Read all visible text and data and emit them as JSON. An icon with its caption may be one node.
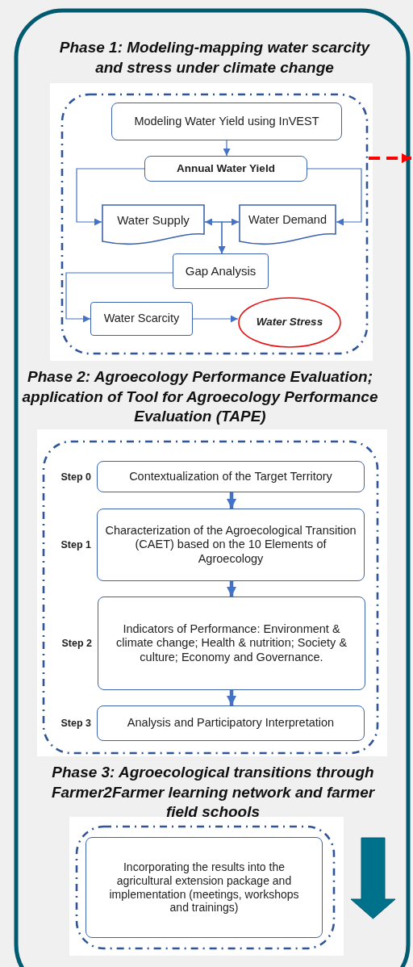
{
  "diagram": {
    "nodes": [
      {
        "text": [
          "Phase 1: Modeling-mapping water scarcity and stress under climate change"
        ]
      },
      {
        "text": [
          "Modeling Water Yield using InVEST"
        ],
        "in": 0
      },
      {
        "text": [
          "Annual Water Yield"
        ],
        "in": 0
      },
      {
        "text": [
          "Water Supply"
        ],
        "in": 0
      },
      {
        "text": [
          "Water Demand"
        ],
        "in": 0
      },
      {
        "text": [
          "Gap Analysis"
        ],
        "in": 0
      },
      {
        "text": [
          "Water Scarcity"
        ],
        "in": 0
      },
      {
        "text": [
          "Water Stress"
        ],
        "in": 0
      },
      {
        "text": [
          "Phase 2: Agroecology Performance Evaluation; application of Tool for Agroecology Performance Evaluation (TAPE)"
        ]
      },
      {
        "text": [
          "Contextualization of the Target Territory"
        ],
        "beside": [
          "Step 0"
        ],
        "in": 8
      },
      {
        "text": [
          "Characterization of the Agroecological Transition (CAET) based on the 10 Elements of Agroecology"
        ],
        "beside": [
          "Step 1"
        ],
        "in": 8
      },
      {
        "text": [
          "Indicators of Performance: Environment & climate change; Health & nutrition; Society & culture; Economy and Governance."
        ],
        "beside": [
          "Step 2"
        ],
        "in": 8
      },
      {
        "text": [
          "Analysis and Participatory Interpretation"
        ],
        "beside": [
          "Step 3"
        ],
        "in": 8
      },
      {
        "text": [
          "Phase 3: Agroecological transitions through Farmer2Farmer learning network and farmer field schools"
        ]
      },
      {
        "text": [
          "Incorporating the results into the agricultural extension package and implementation (meetings, workshops and trainings)"
        ],
        "in": 13
      }
    ],
    "edges": [
      {
        "from": 1,
        "to": 2,
        "arrow": "to"
      },
      {
        "from": 2,
        "to": 3,
        "arrow": "to"
      },
      {
        "from": 2,
        "to": 4,
        "arrow": "to"
      },
      {
        "from": 3,
        "to": 4,
        "arrow": "both"
      },
      {
        "from": 3,
        "to": 5,
        "arrow": "to"
      },
      {
        "from": 4,
        "to": 5,
        "arrow": "to"
      },
      {
        "from": 5,
        "to": 6,
        "arrow": "to"
      },
      {
        "from": 6,
        "to": 7,
        "arrow": "to"
      },
      {
        "from": 0,
        "to": null,
        "arrow": "to",
        "style": "dashed",
        "color": "#ff0000"
      },
      {
        "from": 9,
        "to": 10,
        "arrow": "to",
        "style": "thick"
      },
      {
        "from": 10,
        "to": 11,
        "arrow": "to",
        "style": "thick"
      },
      {
        "from": 11,
        "to": 12,
        "arrow": "to",
        "style": "thick"
      }
    ]
  }
}
